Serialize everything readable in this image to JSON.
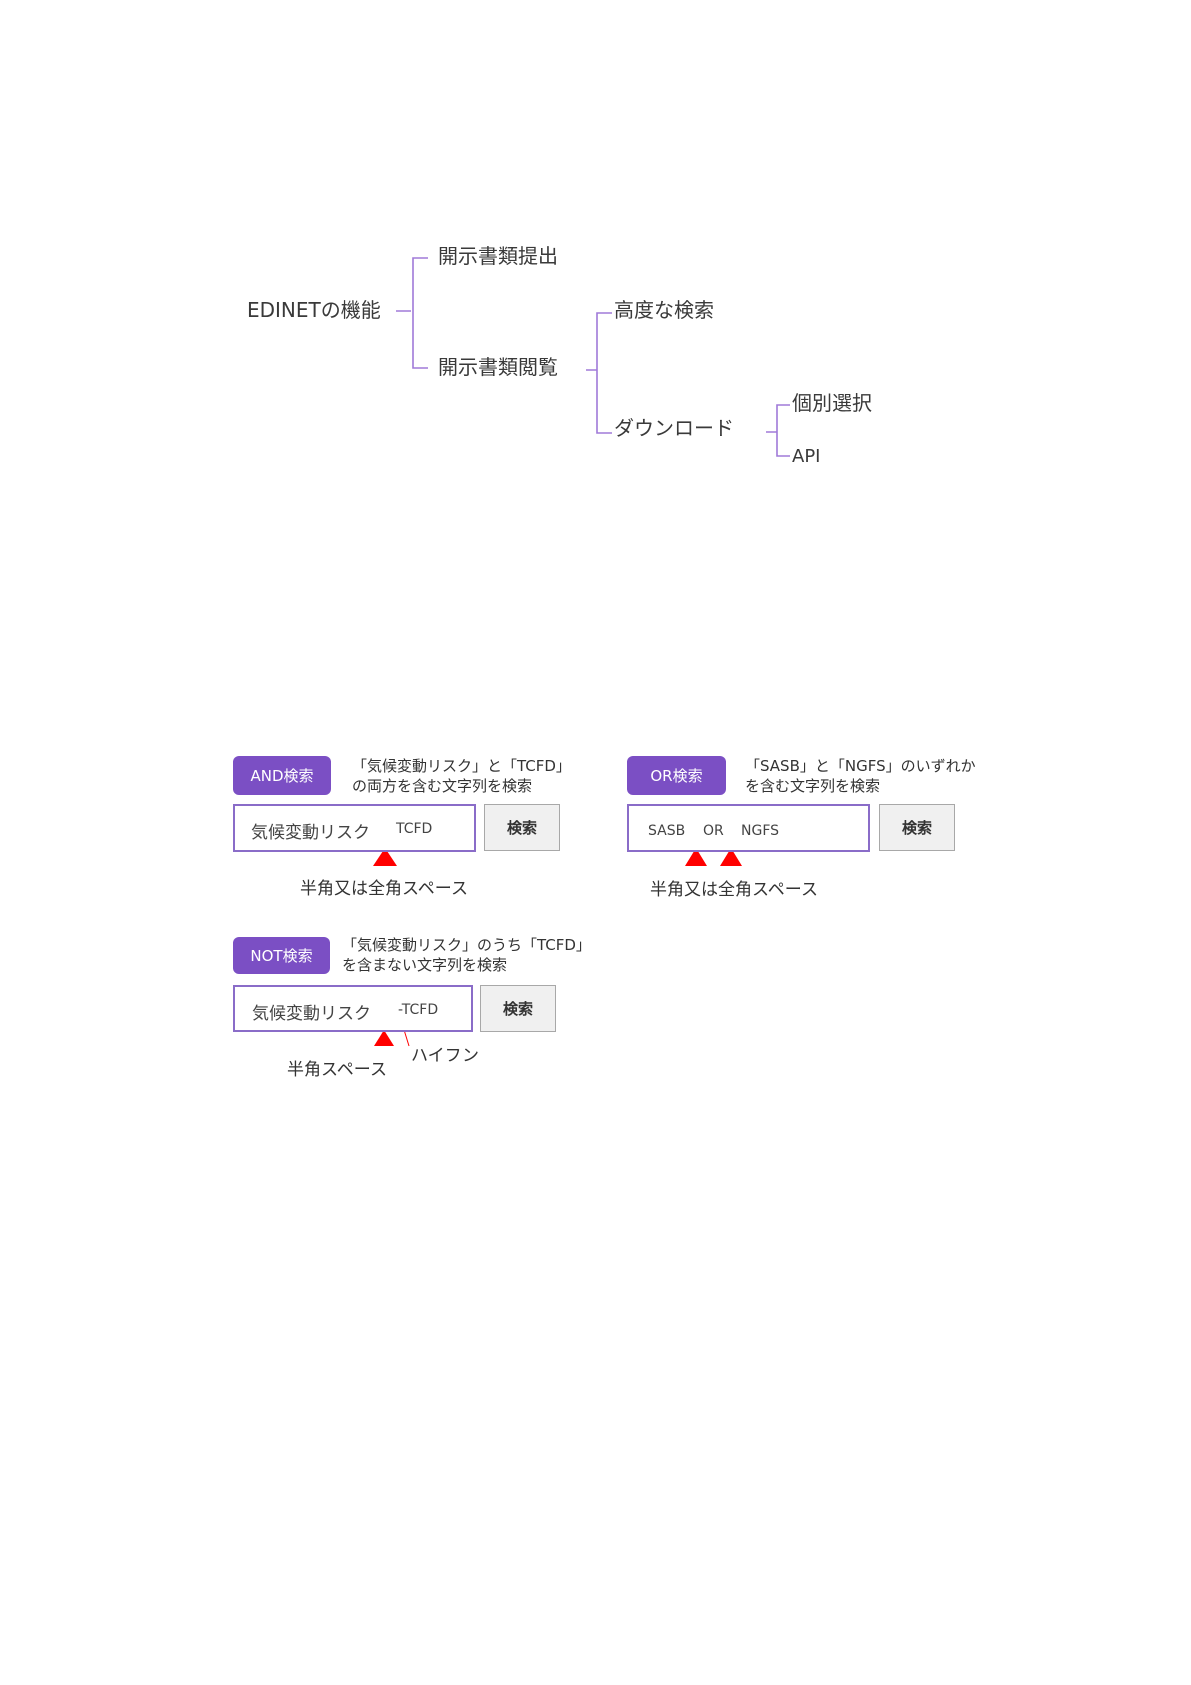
{
  "tree": {
    "root": "EDINETの機能",
    "submission": "開示書類提出",
    "browse": "開示書類閲覧",
    "advanced_search": "高度な検索",
    "download": "ダウンロード",
    "individual": "個別選択",
    "api": "API"
  },
  "and_search": {
    "badge": "AND検索",
    "desc_line1": "「気候変動リスク」と「TCFD」",
    "desc_line2": "の両方を含む文字列を検索",
    "term1": "気候変動リスク",
    "term2": "TCFD",
    "button": "検索",
    "caption": "半角又は全角スペース"
  },
  "or_search": {
    "badge": "OR検索",
    "desc_line1": "「SASB」と「NGFS」のいずれか",
    "desc_line2": "を含む文字列を検索",
    "term1": "SASB",
    "operator": "OR",
    "term2": "NGFS",
    "button": "検索",
    "caption": "半角又は全角スペース"
  },
  "not_search": {
    "badge": "NOT検索",
    "desc_line1": "「気候変動リスク」のうち「TCFD」",
    "desc_line2": "を含まない文字列を検索",
    "term1": "気候変動リスク",
    "term2": "-TCFD",
    "button": "検索",
    "caption_space": "半角スペース",
    "caption_hyphen": "ハイフン"
  },
  "colors": {
    "accent": "#7b4fc4",
    "marker": "#ff0000",
    "line": "#a07ad8"
  }
}
